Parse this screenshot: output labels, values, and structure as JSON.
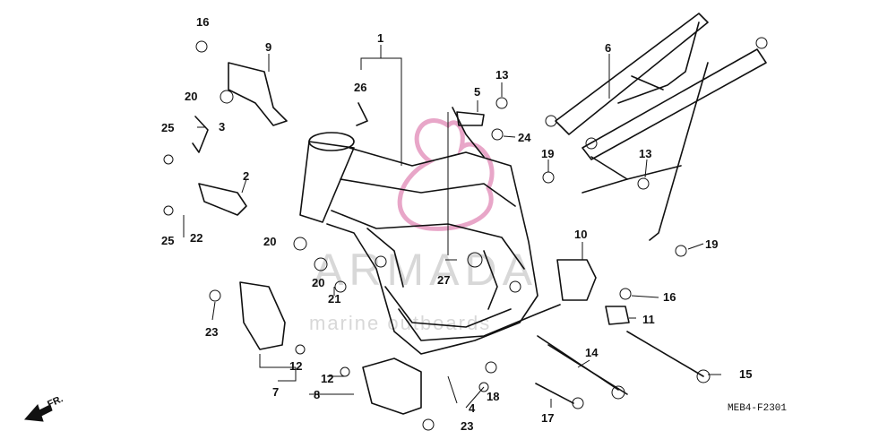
{
  "diagram": {
    "part_numbers": [
      "1",
      "2",
      "3",
      "4",
      "5",
      "6",
      "7",
      "8",
      "9",
      "10",
      "11",
      "12",
      "13",
      "14",
      "15",
      "16",
      "17",
      "18",
      "19",
      "20",
      "21",
      "22",
      "23",
      "24",
      "25",
      "26",
      "27"
    ],
    "diagram_code": "MEB4-F2301",
    "front_arrow_label": "FR."
  },
  "watermark": {
    "brand": "ARMADA",
    "tagline": "marine outboards",
    "color": "#e8a6c8"
  },
  "colors": {
    "line": "#111111",
    "background": "#ffffff"
  }
}
